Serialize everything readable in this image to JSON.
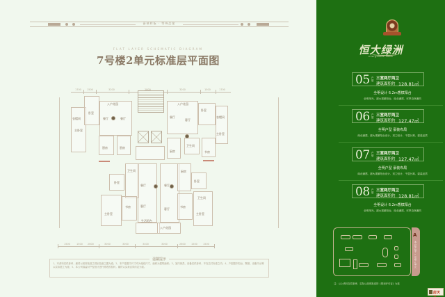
{
  "header": {
    "top_rule_label": "豪装样板 · 等待品鉴",
    "subtitle_en": "FLAT LAYER SCHEMATIC DIAGRAM",
    "title": "7号楼2单元标准层平面图"
  },
  "floor_plan": {
    "top_dimensions": [
      "1700",
      "1500",
      "3200",
      "2800",
      "3200",
      "1500",
      "1700"
    ],
    "bottom_dimensions": [
      "1500",
      "1500",
      "2600",
      "3000",
      "3000",
      "3400",
      "3000",
      "2600",
      "1500",
      "1500"
    ],
    "rooms_top_left": [
      "卧室",
      "书房",
      "餐厅",
      "餐厅",
      "衣帽间",
      "主卧室",
      "厨房",
      "卫生间",
      "厨房",
      "入户花园"
    ],
    "rooms_top_right": [
      "餐厅",
      "客厅",
      "卧室",
      "入户花园",
      "衣帽间",
      "主卧室",
      "厨房",
      "卫生间",
      "书房"
    ],
    "rooms_bottom_left": [
      "卧室",
      "餐厅",
      "客厅",
      "主卧室",
      "书房",
      "卫生间",
      "入户花园",
      "生活阳台"
    ],
    "rooms_bottom_right": [
      "厨房",
      "餐厅",
      "卧室",
      "客厅",
      "书房",
      "主卧室",
      "入户花园",
      "卫生间"
    ]
  },
  "notice": {
    "title": "温馨提示",
    "body": "1、本资料仅供参考，最终以政府批准之规划及施工图为准；2、本户型图中尺寸均为轴线尺寸，面积为建筑面积；3、室内家具、设备仅供参考，不在交付标准之内；4、户型图中阳台、飘窗、设备平台等以实际施工为准；5、本公司保留对户型设计进行修改的权利，最终以买卖合同约定为准。"
  },
  "brand": {
    "name": "恒大绿洲",
    "name_en": "evergrande oasis"
  },
  "units": [
    {
      "number": "05",
      "suffix": "户型",
      "type": "三室两厅两卫",
      "area_label": "建筑面积约",
      "area_value": "128.81㎡",
      "feature": "全明设计  6.2m香槟阳台",
      "description": "全明采光、超大观景阳台、南北通透、尽享自然通风"
    },
    {
      "number": "06",
      "suffix": "户型",
      "type": "三室两厅两卫",
      "area_label": "建筑面积约",
      "area_value": "127.47㎡",
      "feature": "全明户型  豪装布局",
      "description": "南北通透、超大观景阳台设计、双卫设计、干湿分离、豪装品质"
    },
    {
      "number": "07",
      "suffix": "户型",
      "type": "三室两厅两卫",
      "area_label": "建筑面积约",
      "area_value": "127.47㎡",
      "feature": "全明户型  豪装布局",
      "description": "南北通透、超大观景阳台设计、双卫设计、干湿分离、豪装品质"
    },
    {
      "number": "08",
      "suffix": "户型",
      "type": "三室两厅两卫",
      "area_label": "建筑面积约",
      "area_value": "128.81㎡",
      "feature": "全明设计  6.2m香槟阳台",
      "description": "全明采光、超大观景阳台、南北通透、尽享自然通风"
    }
  ],
  "site_plan": {
    "tab_letter": "A",
    "tab_text": "本户型位于7号楼2单元",
    "note": "注：以上资料仅供参考，实际以政府批准的《规划许可证》为准"
  },
  "watermark": {
    "text": "房天下"
  },
  "colors": {
    "brand_green": "#1e7012",
    "background": "#f1f8ee",
    "title_brown": "#8b7a66",
    "tab_pink": "#c79b8d"
  }
}
